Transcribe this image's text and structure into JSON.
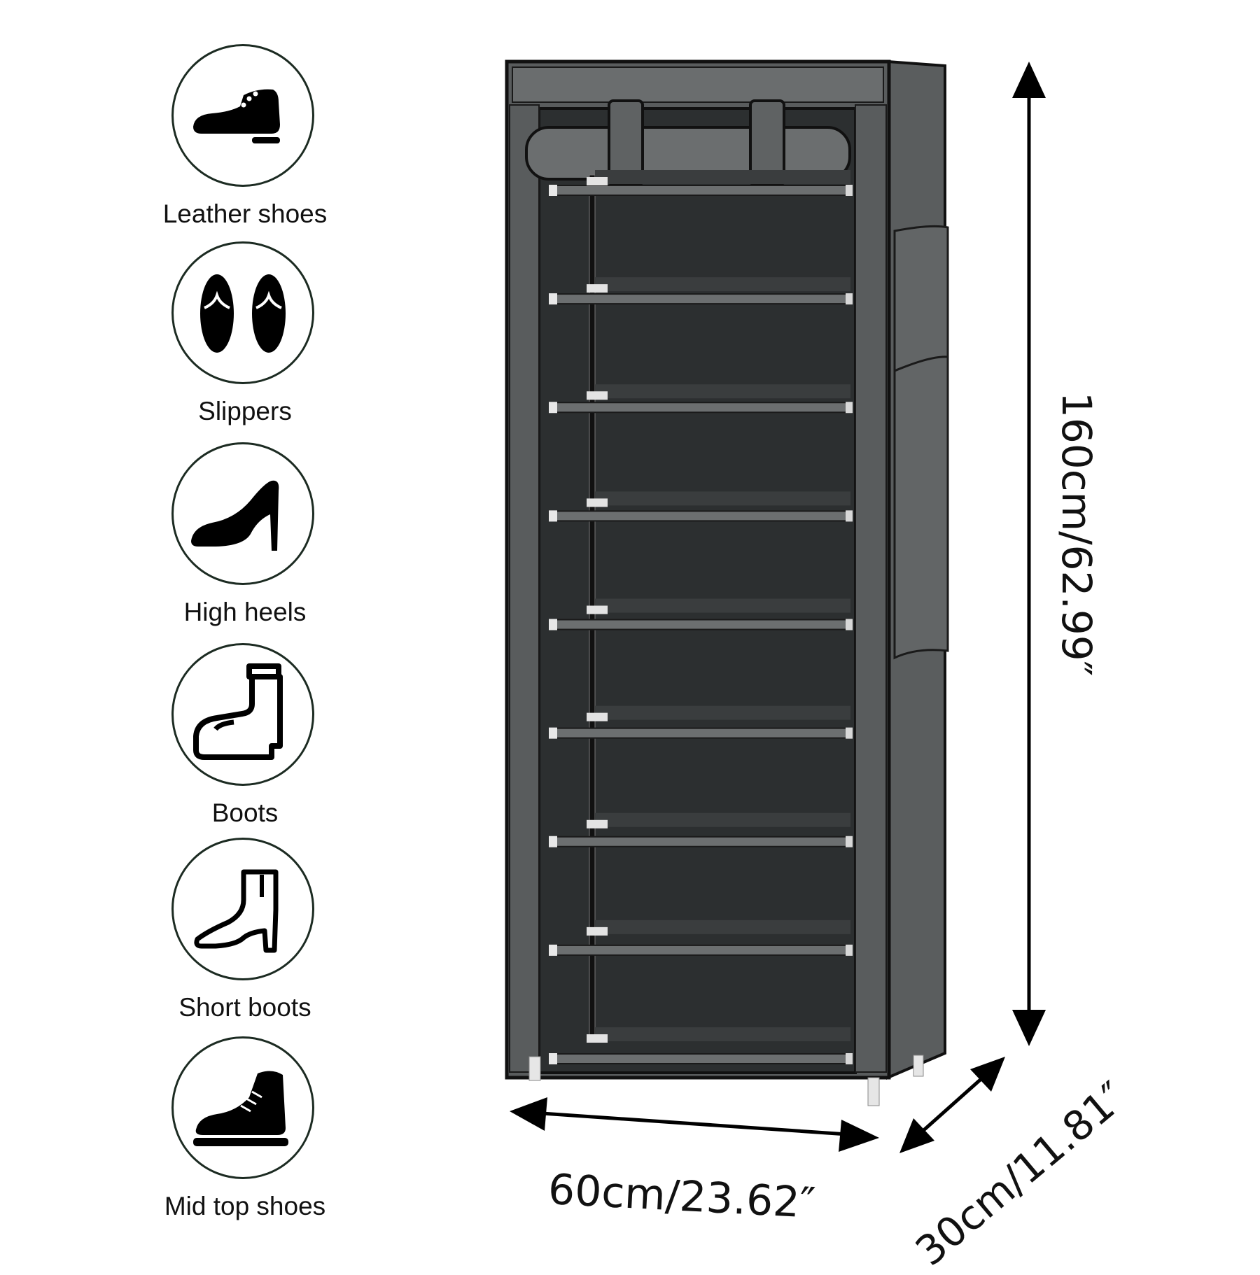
{
  "shoe_types": [
    {
      "label": "Leather shoes",
      "icon": "leather-shoe-icon"
    },
    {
      "label": "Slippers",
      "icon": "slippers-icon"
    },
    {
      "label": "High heels",
      "icon": "high-heel-icon"
    },
    {
      "label": "Boots",
      "icon": "boot-icon"
    },
    {
      "label": "Short boots",
      "icon": "short-boot-icon"
    },
    {
      "label": "Mid top shoes",
      "icon": "mid-top-shoe-icon"
    }
  ],
  "dimensions": {
    "height": "160cm/62.99″",
    "width": "60cm/23.62″",
    "depth": "30cm/11.81″"
  },
  "rack": {
    "tiers": 9,
    "cover_color": "#5a5d5e",
    "inner_color": "#2c2f30"
  }
}
